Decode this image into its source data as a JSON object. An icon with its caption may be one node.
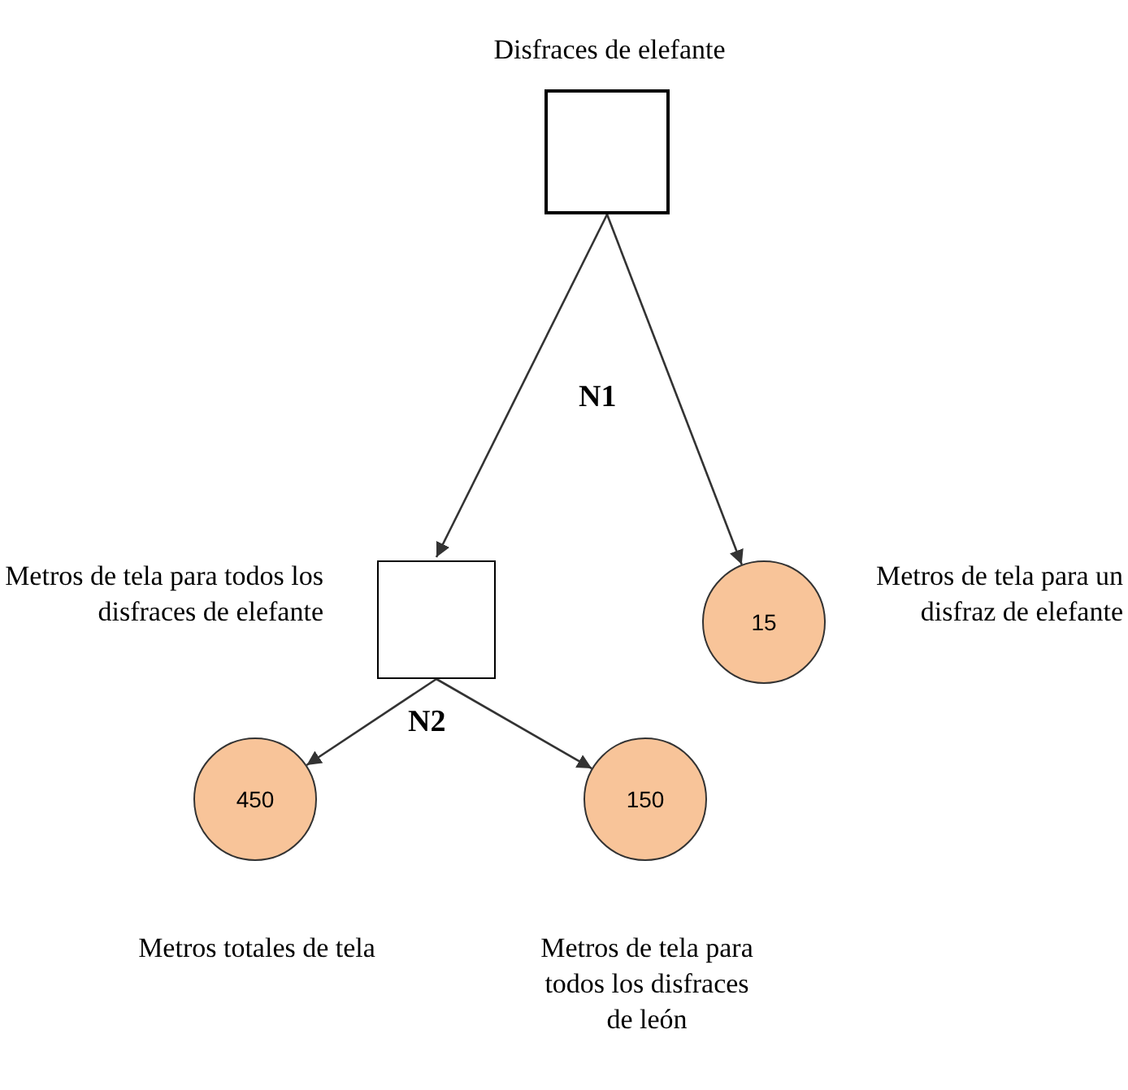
{
  "diagram": {
    "nodes": [
      {
        "text": [
          "Disfraces de elefante"
        ]
      },
      {
        "text": [
          "Metros de tela para todos los disfraces de elefante"
        ]
      },
      {
        "text": [
          "15"
        ],
        "beside": [
          "Metros de tela para un disfraz de elefante"
        ]
      },
      {
        "text": [
          "450"
        ],
        "beside": [
          "Metros totales de tela"
        ]
      },
      {
        "text": [
          "150"
        ],
        "beside": [
          "Metros de tela para todos los disfraces de león"
        ]
      }
    ],
    "edges": [
      {
        "from": 0,
        "to": 1,
        "arrow": "to"
      },
      {
        "from": 0,
        "to": 2,
        "arrow": "to"
      },
      {
        "from": 1,
        "to": 3,
        "arrow": "to"
      },
      {
        "from": 1,
        "to": 4,
        "arrow": "to"
      }
    ],
    "labels": [
      "N1",
      "N2"
    ]
  }
}
